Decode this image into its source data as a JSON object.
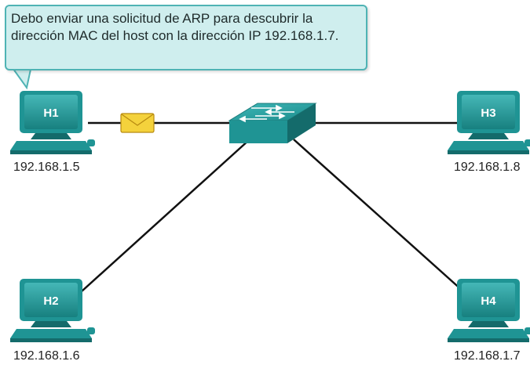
{
  "callout": {
    "text": "Debo enviar una solicitud de ARP para descubrir la dirección MAC del host con la dirección IP 192.168.1.7."
  },
  "hosts": [
    {
      "id": "h1",
      "label": "H1",
      "ip": "192.168.1.5"
    },
    {
      "id": "h2",
      "label": "H2",
      "ip": "192.168.1.6"
    },
    {
      "id": "h3",
      "label": "H3",
      "ip": "192.168.1.8"
    },
    {
      "id": "h4",
      "label": "H4",
      "ip": "192.168.1.7"
    }
  ],
  "colors": {
    "device": "#1f9494",
    "device_dark": "#146b6b",
    "device_light": "#3fb0b0",
    "callout_fill": "#cfeeee",
    "callout_border": "#4fb3b4",
    "link": "#111111",
    "envelope": "#f4d23c"
  },
  "icons": {
    "switch": "switch-icon",
    "host": "computer-icon",
    "packet": "envelope-icon"
  }
}
